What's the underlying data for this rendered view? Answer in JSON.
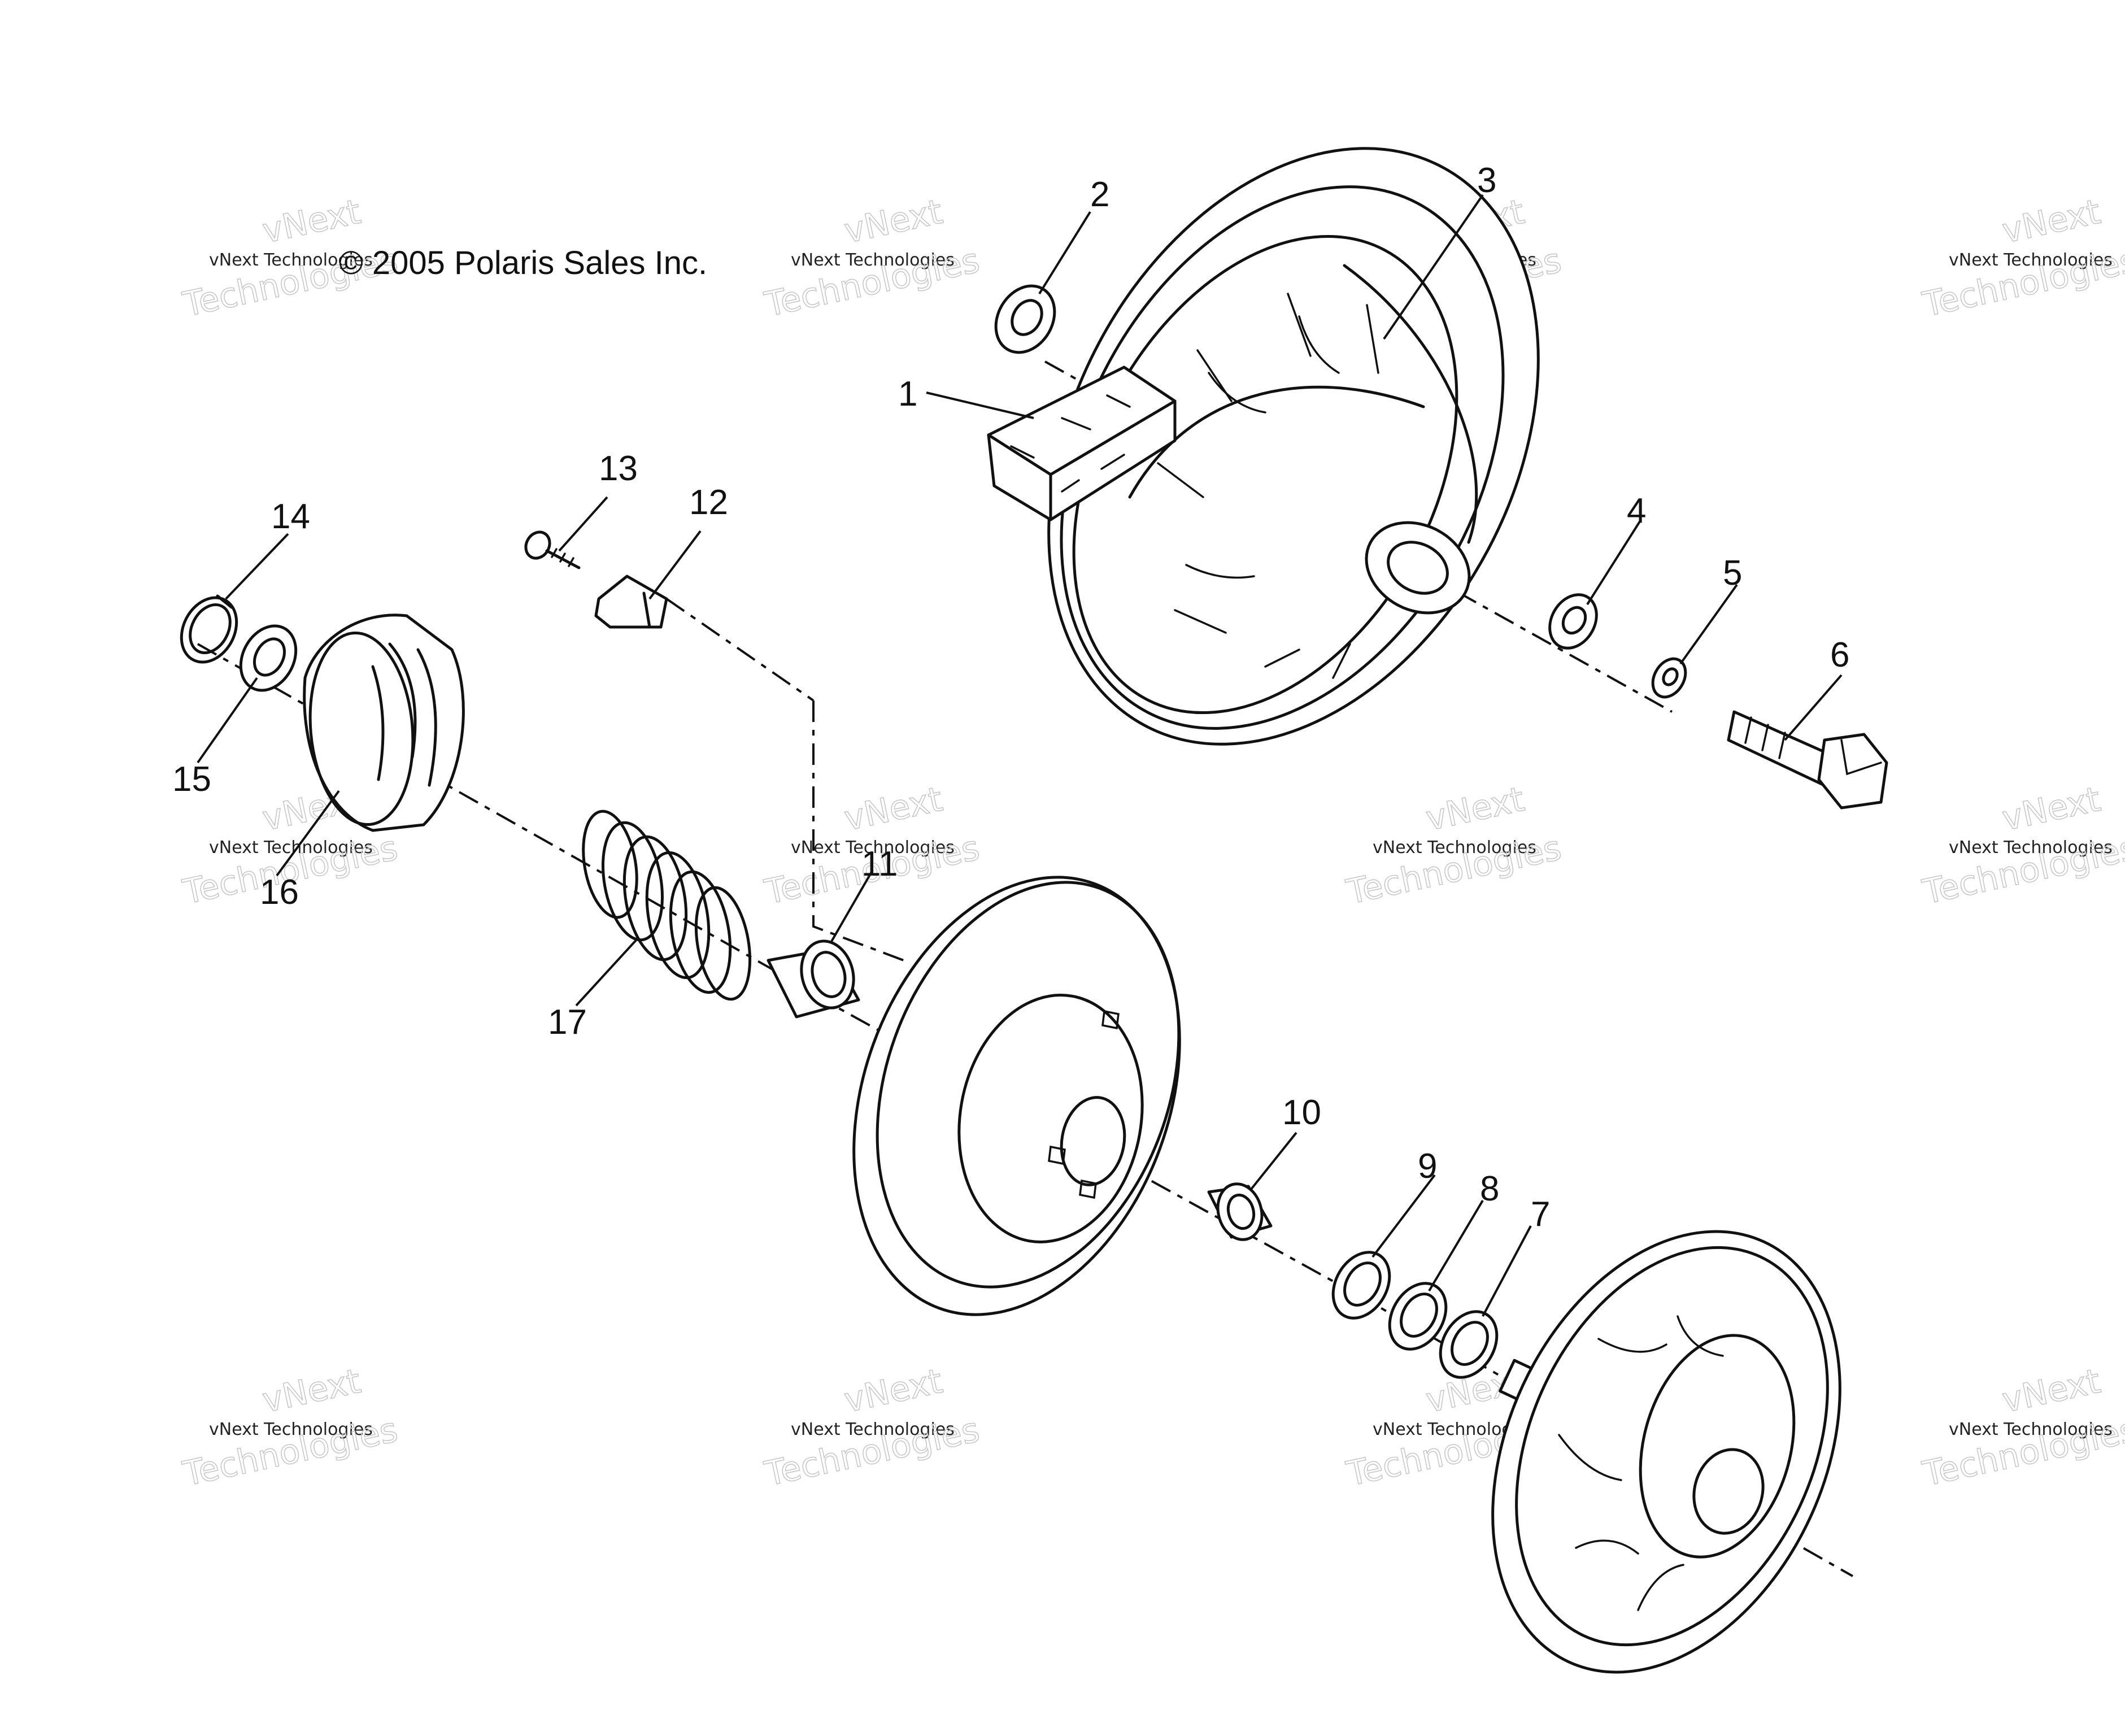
{
  "copyright": "© 2005 Polaris Sales Inc.",
  "watermark": {
    "small": "vNext Technologies",
    "big_line1": "vNext",
    "big_line2": "Technologies"
  },
  "callouts": [
    "1",
    "2",
    "3",
    "4",
    "5",
    "6",
    "7",
    "8",
    "9",
    "10",
    "11",
    "12",
    "13",
    "14",
    "15",
    "16",
    "17"
  ],
  "colors": {
    "ink": "#111111",
    "background": "#ffffff",
    "watermark": "#c8c8c8"
  }
}
